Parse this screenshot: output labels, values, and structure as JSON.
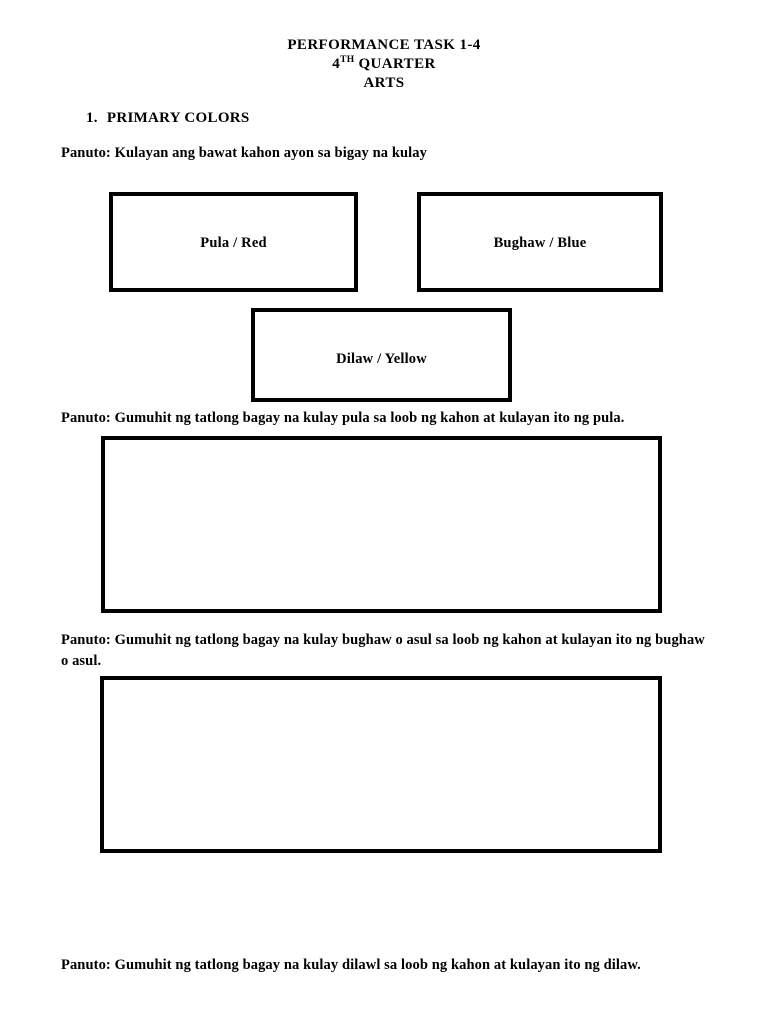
{
  "document": {
    "title_lines": [
      "PERFORMANCE TASK 1-4",
      "4TH QUARTER",
      "ARTS"
    ],
    "title_quarter_number": "4",
    "title_quarter_suffix": "TH",
    "title_quarter_rest": " QUARTER",
    "title_first": "PERFORMANCE TASK 1-4",
    "title_third": "ARTS"
  },
  "section": {
    "number": "1.",
    "heading": "PRIMARY COLORS"
  },
  "instructions": {
    "colors": "Panuto: Kulayan ang bawat kahon ayon sa bigay na kulay",
    "red": "Panuto: Gumuhit ng tatlong bagay na kulay pula sa loob ng kahon at kulayan ito ng pula.",
    "blue": "Panuto: Gumuhit ng tatlong bagay na kulay bughaw o asul sa loob ng kahon at kulayan ito ng bughaw o asul.",
    "yellow": "Panuto: Gumuhit ng tatlong bagay na kulay dilawl sa loob ng kahon at kulayan ito ng dilaw."
  },
  "color_boxes": [
    {
      "label": "Pula / Red",
      "color_name_tagalog": "Pula",
      "color_name_english": "Red",
      "swatch": "#FFFFFF"
    },
    {
      "label": "Bughaw / Blue",
      "color_name_tagalog": "Bughaw",
      "color_name_english": "Blue",
      "swatch": "#FFFFFF"
    },
    {
      "label": "Dilaw / Yellow",
      "color_name_tagalog": "Dilaw",
      "color_name_english": "Yellow",
      "swatch": "#FFFFFF"
    }
  ],
  "drawing_boxes": [
    {
      "name": "red-drawing-area",
      "content": ""
    },
    {
      "name": "blue-drawing-area",
      "content": ""
    }
  ],
  "style": {
    "border_color": "#000000",
    "page_background": "#FFFFFF",
    "text_color": "#000000"
  }
}
